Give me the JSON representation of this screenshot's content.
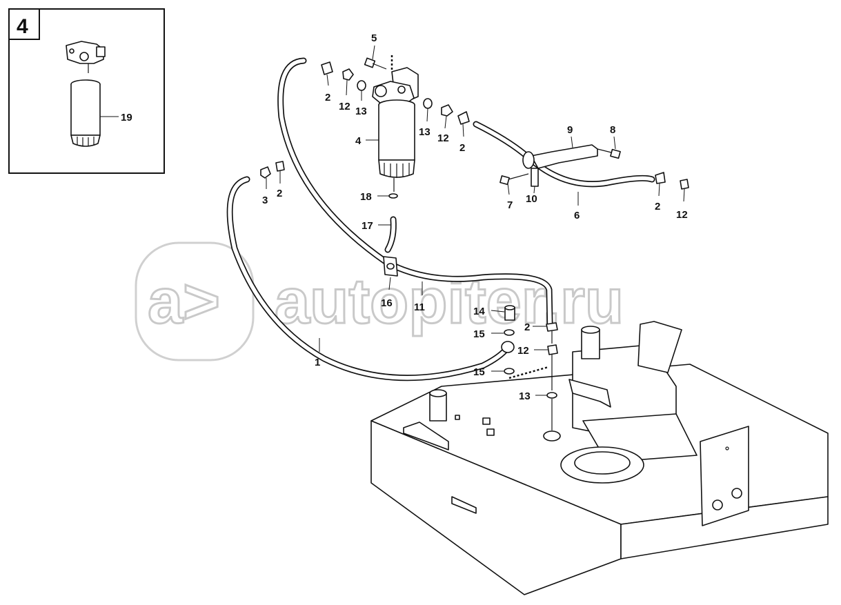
{
  "watermark": {
    "logo_text": "a>",
    "site_text": "autopiter.ru"
  },
  "inset": {
    "number": "4",
    "label_19": "19"
  },
  "labels": {
    "l1": "1",
    "l2a": "2",
    "l2b": "2",
    "l2c": "2",
    "l2d": "2",
    "l2e": "2",
    "l3": "3",
    "l4": "4",
    "l5": "5",
    "l6": "6",
    "l7": "7",
    "l8": "8",
    "l9": "9",
    "l10": "10",
    "l11": "11",
    "l12a": "12",
    "l12b": "12",
    "l12c": "12",
    "l12d": "12",
    "l13a": "13",
    "l13b": "13",
    "l13c": "13",
    "l14": "14",
    "l15a": "15",
    "l15b": "15",
    "l16": "16",
    "l17": "17",
    "l18": "18"
  }
}
